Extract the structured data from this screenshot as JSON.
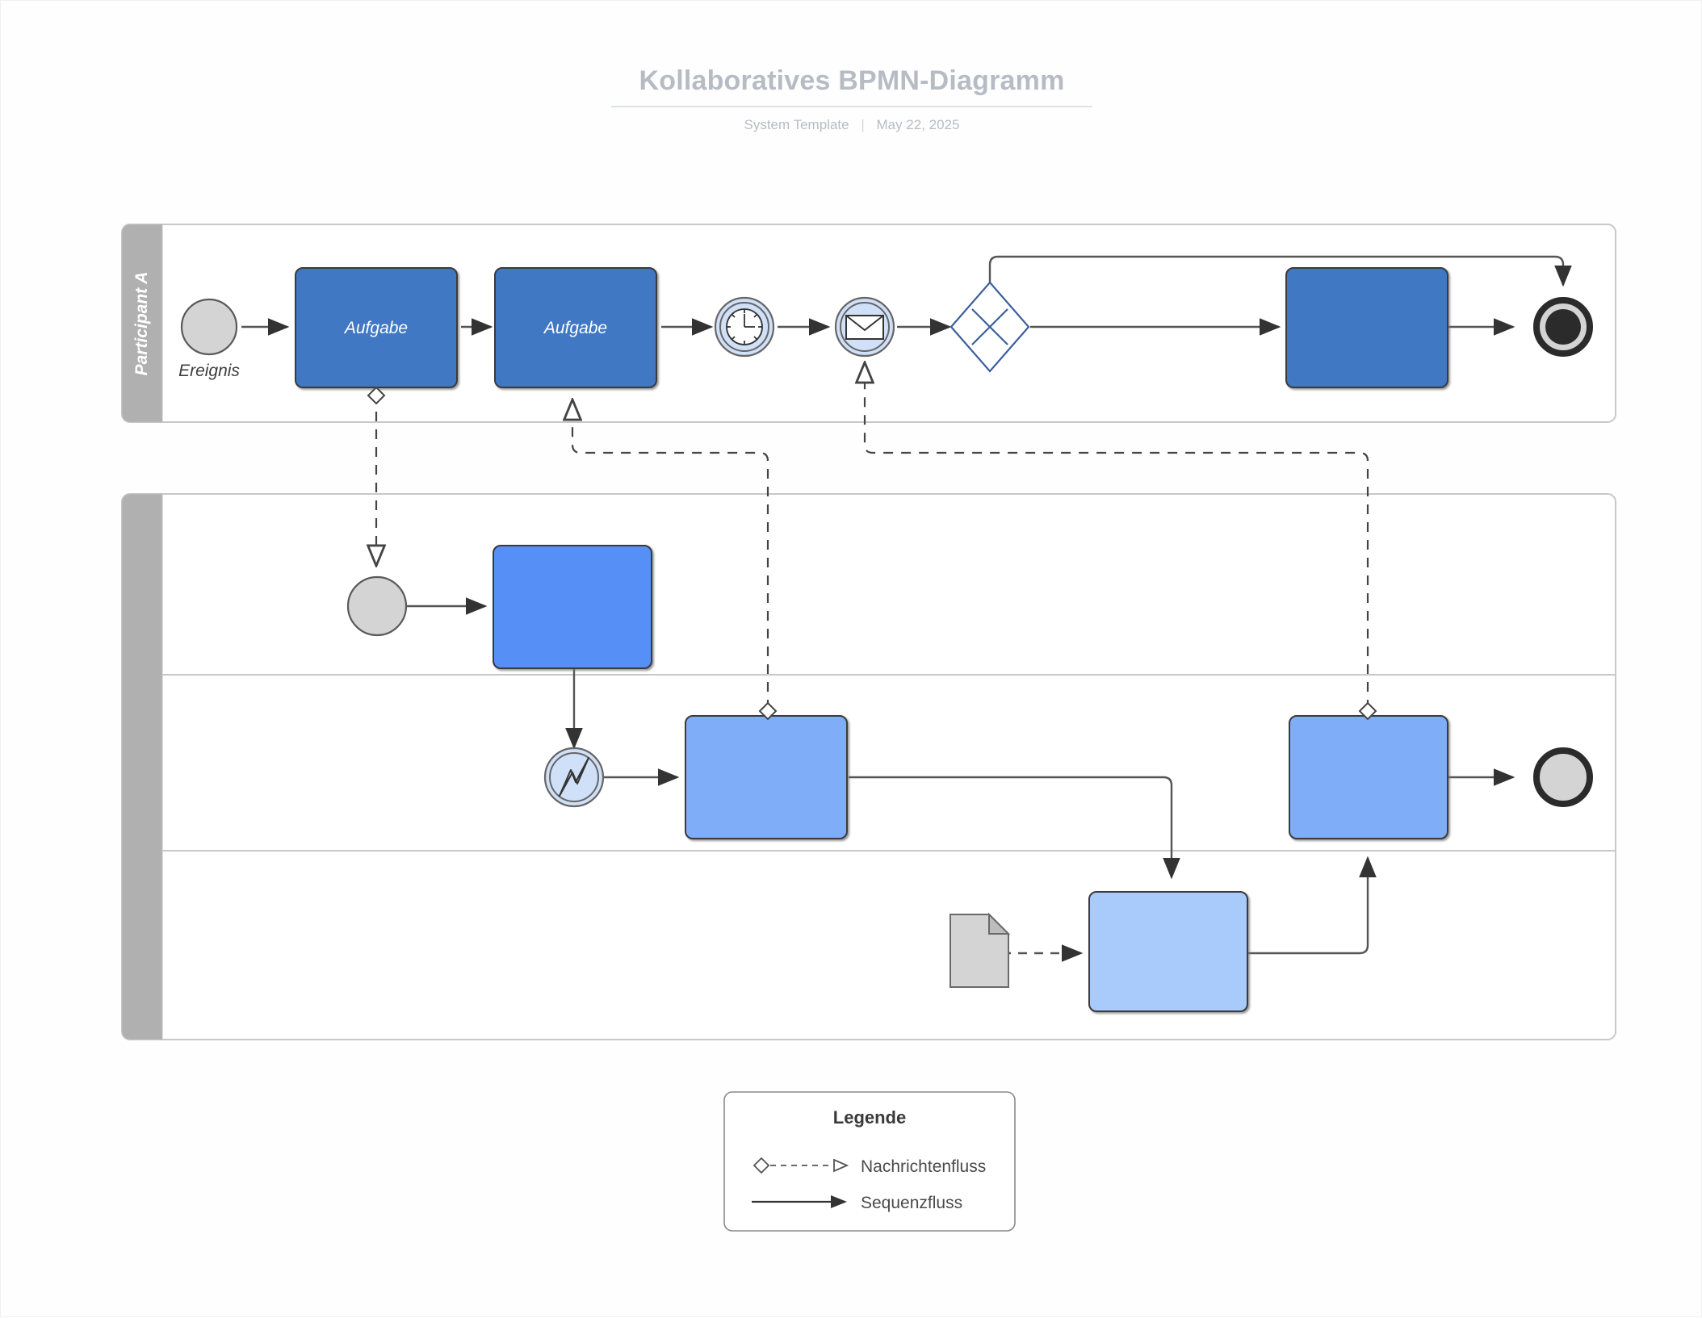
{
  "header": {
    "title": "Kollaboratives BPMN-Diagramm",
    "subtitle_author": "System Template",
    "subtitle_separator": "|",
    "subtitle_date": "May 22, 2025"
  },
  "colors": {
    "title": "#b7bcc4",
    "pool_header": "#b0b0b0",
    "pool_border": "#c8c8c8",
    "task_pool1": "#4178c4",
    "task_lane1": "#578ff5",
    "task_lane2": "#7fadf7",
    "task_lane3": "#a9cbfc",
    "event_gray": "#d4d4d4",
    "event_blue": "#cfe0f8",
    "gateway_stroke": "#3b5e9b",
    "flow_stroke": "#555555",
    "end_event_stroke": "#2b2b2b"
  },
  "pools": [
    {
      "id": "pool-a",
      "label": "Participant A",
      "lanes": [
        {
          "id": "lane-a1",
          "label": ""
        }
      ]
    },
    {
      "id": "pool-b",
      "label": "",
      "lanes": [
        {
          "id": "lane-b1",
          "label": ""
        },
        {
          "id": "lane-b2",
          "label": ""
        },
        {
          "id": "lane-b3",
          "label": ""
        }
      ]
    }
  ],
  "nodes": {
    "start_event_a": {
      "type": "start-event",
      "label": "Ereignis",
      "pool": "pool-a"
    },
    "task_a1": {
      "type": "task",
      "label": "Aufgabe",
      "pool": "pool-a"
    },
    "task_a2": {
      "type": "task",
      "label": "Aufgabe",
      "pool": "pool-a"
    },
    "timer_event_a": {
      "type": "intermediate-timer-event",
      "label": "",
      "pool": "pool-a"
    },
    "message_event_a": {
      "type": "intermediate-message-event",
      "label": "",
      "pool": "pool-a"
    },
    "gateway_a": {
      "type": "exclusive-gateway",
      "label": "",
      "pool": "pool-a"
    },
    "task_a3": {
      "type": "task",
      "label": "",
      "pool": "pool-a"
    },
    "end_event_a": {
      "type": "terminate-end-event",
      "label": "",
      "pool": "pool-a"
    },
    "start_event_b": {
      "type": "start-event",
      "label": "",
      "pool": "pool-b"
    },
    "task_b1": {
      "type": "task",
      "label": "",
      "pool": "pool-b"
    },
    "error_event_b": {
      "type": "intermediate-error-event",
      "label": "",
      "pool": "pool-b"
    },
    "task_b2": {
      "type": "task",
      "label": "",
      "pool": "pool-b"
    },
    "data_object_b": {
      "type": "data-object",
      "label": "",
      "pool": "pool-b"
    },
    "task_b3": {
      "type": "task",
      "label": "",
      "pool": "pool-b"
    },
    "task_b4": {
      "type": "task",
      "label": "",
      "pool": "pool-b"
    },
    "end_event_b": {
      "type": "end-event",
      "label": "",
      "pool": "pool-b"
    }
  },
  "legend": {
    "title": "Legende",
    "items": [
      {
        "key": "message-flow",
        "label": "Nachrichtenfluss",
        "style": "dashed"
      },
      {
        "key": "sequence-flow",
        "label": "Sequenzfluss",
        "style": "solid"
      }
    ]
  }
}
